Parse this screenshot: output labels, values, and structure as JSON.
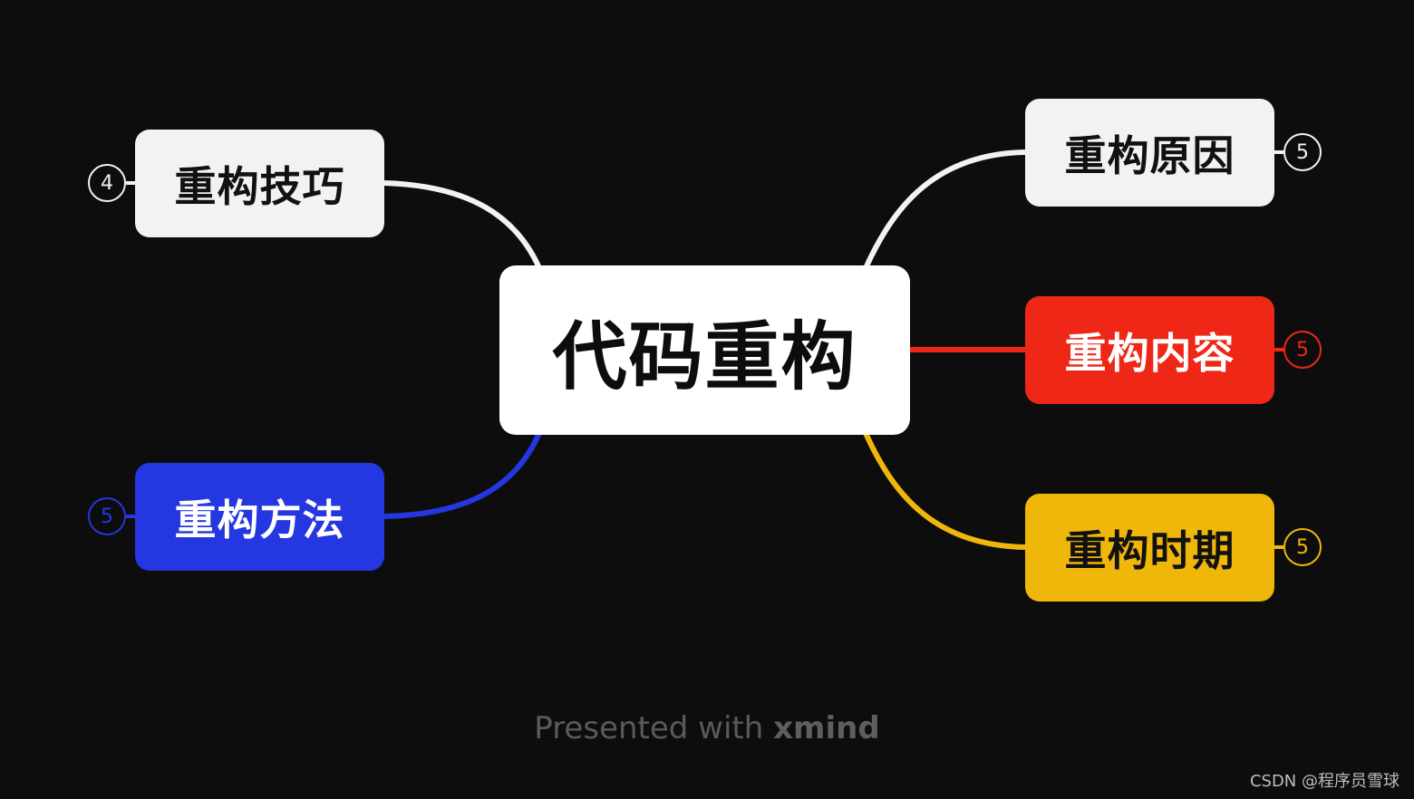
{
  "central_topic": "代码重构",
  "topics": {
    "skills": {
      "label": "重构技巧",
      "count": "4",
      "color": "#f2f2f2"
    },
    "methods": {
      "label": "重构方法",
      "count": "5",
      "color": "#2437e0"
    },
    "reasons": {
      "label": "重构原因",
      "count": "5",
      "color": "#f2f2f2"
    },
    "content": {
      "label": "重构内容",
      "count": "5",
      "color": "#ee2717"
    },
    "timing": {
      "label": "重构时期",
      "count": "5",
      "color": "#f0b70b"
    }
  },
  "footer": {
    "prefix": "Presented with ",
    "brand": "xmind"
  },
  "watermark": "CSDN @程序员雪球",
  "colors": {
    "background": "#0d0d0d",
    "central_bg": "#ffffff"
  }
}
